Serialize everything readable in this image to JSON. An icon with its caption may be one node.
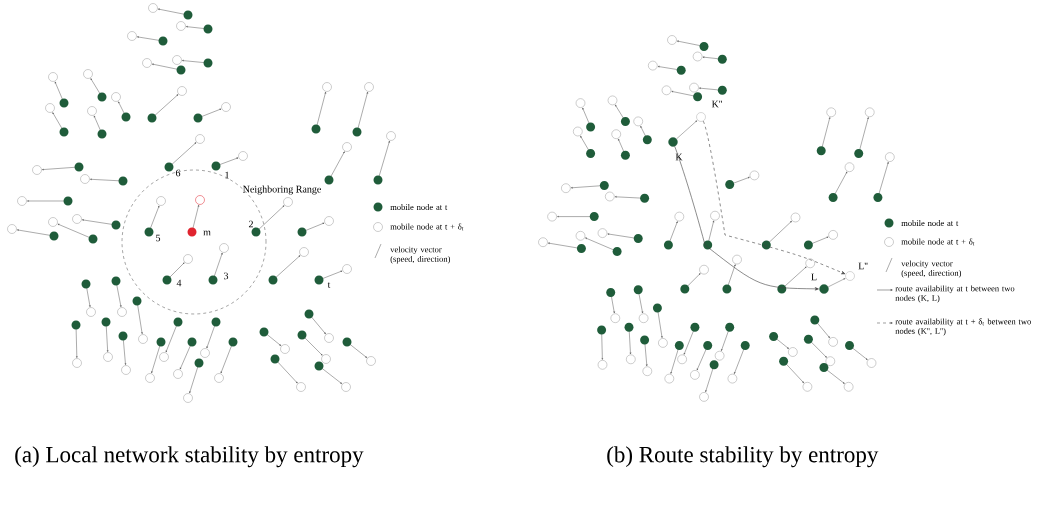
{
  "diagram": {
    "nodes": [
      {
        "text": [],
        "shape": "circle",
        "beside": [
          "K"
        ]
      },
      {
        "text": [],
        "shape": "circle",
        "beside": [
          "L"
        ]
      },
      {
        "text": [],
        "shape": "circle",
        "beside": [
          "K''"
        ]
      },
      {
        "text": [],
        "shape": "circle",
        "beside": [
          "L''"
        ]
      }
    ],
    "edges": [
      {
        "from": 0,
        "to": 1,
        "arrow": "to"
      },
      {
        "from": 2,
        "to": 3,
        "arrow": "to",
        "style": "dashed"
      },
      {
        "from": 0,
        "to": 2,
        "arrow": "to",
        "color": "#666666"
      },
      {
        "from": 1,
        "to": 3,
        "arrow": "to",
        "color": "#666666"
      }
    ],
    "labels": [
      "1",
      "2",
      "3",
      "4",
      "5",
      "6",
      "m",
      "t",
      "Neighboring Range",
      "(a) Local network stability by entropy",
      "(b) Route stability by entropy"
    ],
    "legend": [
      {
        "text": "mobile node at t"
      },
      {
        "text": "mobile node at t + δ$_{t}$"
      },
      {
        "text": "velocity vector (speed, direction)"
      },
      {
        "text": "mobile node at t"
      },
      {
        "text": "mobile node at t + δ$_{t}$"
      },
      {
        "text": "velocity vector (speed, direction)"
      },
      {
        "text": "route availability at t between two nodes (K, L)"
      },
      {
        "text": "route availability at t + δ$_{t}$ between two nodes (K'', L'')"
      }
    ]
  }
}
